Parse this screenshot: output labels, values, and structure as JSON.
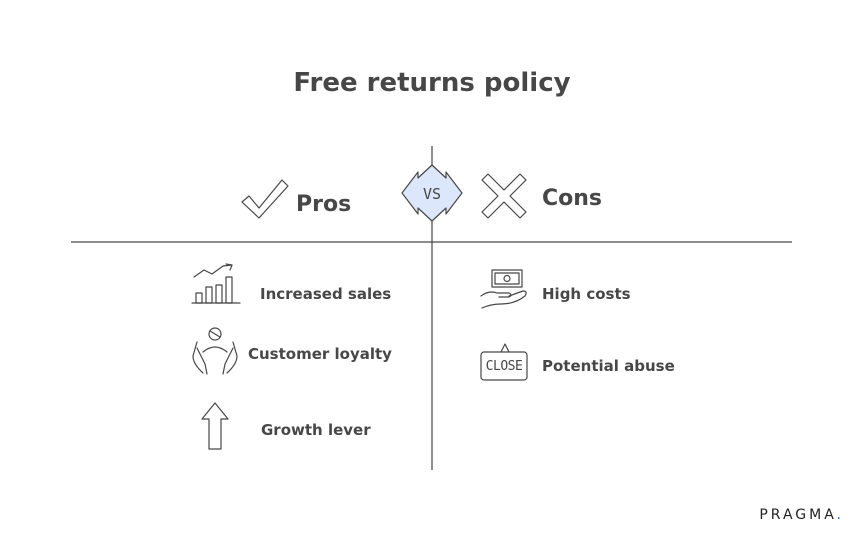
{
  "title": "Free returns policy",
  "vs_label": "VS",
  "pros": {
    "heading": "Pros",
    "items": [
      {
        "label": "Increased sales",
        "icon": "bar-chart-trend-icon"
      },
      {
        "label": "Customer loyalty",
        "icon": "hands-person-icon"
      },
      {
        "label": "Growth lever",
        "icon": "up-arrow-icon"
      }
    ]
  },
  "cons": {
    "heading": "Cons",
    "items": [
      {
        "label": "High costs",
        "icon": "hand-money-icon"
      },
      {
        "label": "Potential abuse",
        "icon": "close-sign-icon"
      }
    ]
  },
  "close_sign_text": "CLOSE",
  "brand": {
    "name": "PRAGMA",
    "dot": "."
  },
  "colors": {
    "text": "#474747",
    "vs_fill": "#dce7fb",
    "brand_dot": "#2b63d9"
  }
}
